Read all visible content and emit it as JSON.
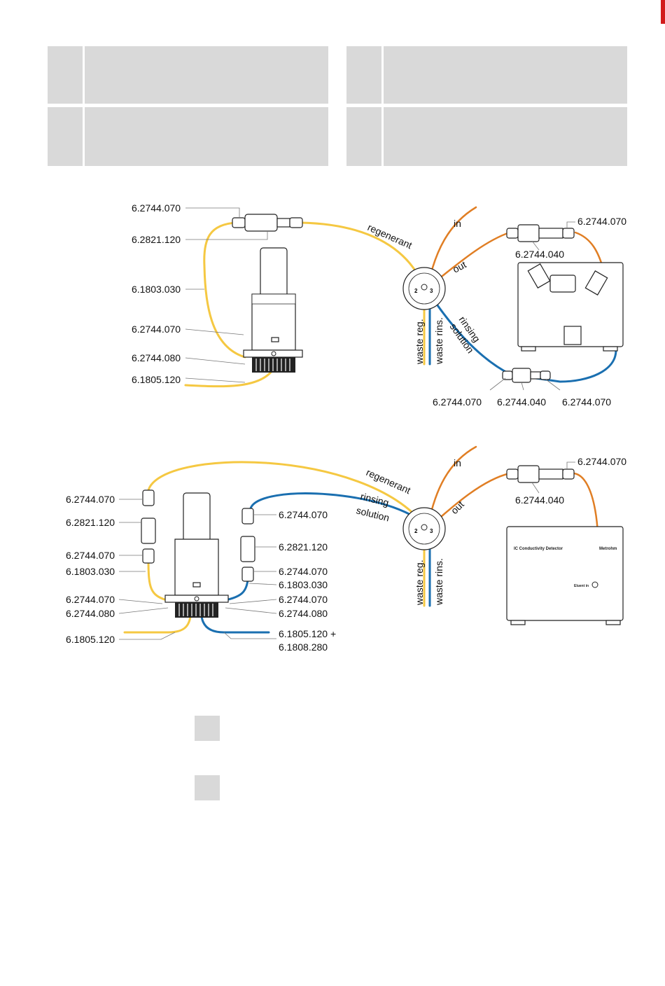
{
  "colors": {
    "regenerant_tubing": "#f5c842",
    "eluent_tubing": "#e07e24",
    "rinsing_tubing": "#1a6fb0",
    "header_fill": "#d9d9d9",
    "edge_mark": "#d21b1b"
  },
  "diagram1": {
    "labels": {
      "connector_a": "6.2744.070",
      "adapter": "6.2821.120",
      "tube": "6.1803.030",
      "connector_b": "6.2744.070",
      "pressure_screw": "6.2744.080",
      "waste_tube": "6.1805.120",
      "detector_connector_1": "6.2744.070",
      "detector_coupling": "6.2744.040",
      "bottom_connector_1": "6.2744.070",
      "bottom_coupling": "6.2744.040",
      "bottom_connector_2": "6.2744.070"
    },
    "tube_text": {
      "in": "in",
      "out": "out",
      "regenerant": "regenerant",
      "rinsing_1": "rinsing",
      "rinsing_2": "solution",
      "waste_reg": "waste reg.",
      "waste_rins": "waste rins."
    },
    "valve_ports": {
      "p1": "2",
      "p2": "3"
    }
  },
  "diagram2": {
    "labels": {
      "left_connector_1": "6.2744.070",
      "left_adapter": "6.2821.120",
      "left_connector_2": "6.2744.070",
      "left_tube": "6.1803.030",
      "left_connector_3": "6.2744.070",
      "left_pressure_screw": "6.2744.080",
      "left_waste_tube": "6.1805.120",
      "right_connector_1": "6.2744.070",
      "right_adapter": "6.2821.120",
      "right_connector_2": "6.2744.070",
      "right_tube": "6.1803.030",
      "right_connector_3": "6.2744.070",
      "right_pressure_screw": "6.2744.080",
      "right_waste_tube_1": "6.1805.120 +",
      "right_waste_tube_2": "6.1808.280",
      "detector_connector": "6.2744.070",
      "detector_coupling": "6.2744.040"
    },
    "tube_text": {
      "in": "in",
      "out": "out",
      "regenerant": "regenerant",
      "rinsing_1": "rinsing",
      "rinsing_2": "solution",
      "waste_reg": "waste reg.",
      "waste_rins": "waste rins."
    },
    "valve_ports": {
      "p1": "2",
      "p2": "3"
    },
    "detector": {
      "name": "IC Conductivity Detector",
      "brand": "Metrohm",
      "port": "Eluent in"
    }
  }
}
